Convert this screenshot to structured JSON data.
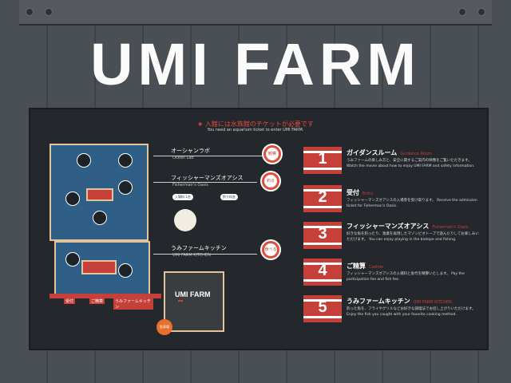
{
  "title": "UMI FARM",
  "notice": {
    "ja": "入館には水族館のチケットが必要です",
    "en": "You need an aquarium ticket to enter UMI FARM."
  },
  "areas": {
    "ocean_lab": {
      "ja": "オーシャンラボ",
      "en": "Ocean Lab",
      "icon_label": "観察"
    },
    "fishermans_oasis": {
      "ja": "フィッシャーマンズオアシス",
      "en": "Fisherman's Oasis",
      "icon_label": "釣る"
    },
    "kitchen": {
      "ja": "うみファームキッチン",
      "en": "UMI FARM KITCHEN",
      "icon_label": "食べる"
    }
  },
  "pills": [
    "入場料 1名",
    "釣り料金"
  ],
  "map_labels": [
    "受付",
    "ご精算",
    "うみファームキッチン"
  ],
  "farm": {
    "logo": "UMI FARM"
  },
  "orange_badge": "駐車場",
  "steps": [
    {
      "num": "1",
      "title": "ガイダンスルーム",
      "en": "Guidance Room",
      "desc": "うみファームの楽しみ方と、安全に関するご案内の映像をご覧いただきます。 Watch the movie about how to enjoy UMI FARM and safety information."
    },
    {
      "num": "2",
      "title": "受付",
      "en": "Entry",
      "desc": "フィッシャーマンズオアシスの入場券を受け取ります。 Receive the admission ticket for Fisherman's Oasis."
    },
    {
      "num": "3",
      "title": "フィッシャーマンズオアシス",
      "en": "Fishermen's Oasis",
      "desc": "好きな魚を釣ったり、漁業を再現したマゾンビオトープで遊んだりしてお楽しみいただけます。 You can enjoy playing in the biotope and fishing."
    },
    {
      "num": "4",
      "title": "ご精算",
      "en": "Cashier",
      "desc": "フィッシャーマンズオアシスの入場料と魚代を精算いたします。 Pay the participation fee and fish fee."
    },
    {
      "num": "5",
      "title": "うみファームキッチン",
      "en": "UMI FARM KITCHEN",
      "desc": "釣った魚を、フライやグリルなどお好きな調理法でお召し上がりいただけます。 Enjoy the fish you caught with your favorite cooking method."
    }
  ]
}
